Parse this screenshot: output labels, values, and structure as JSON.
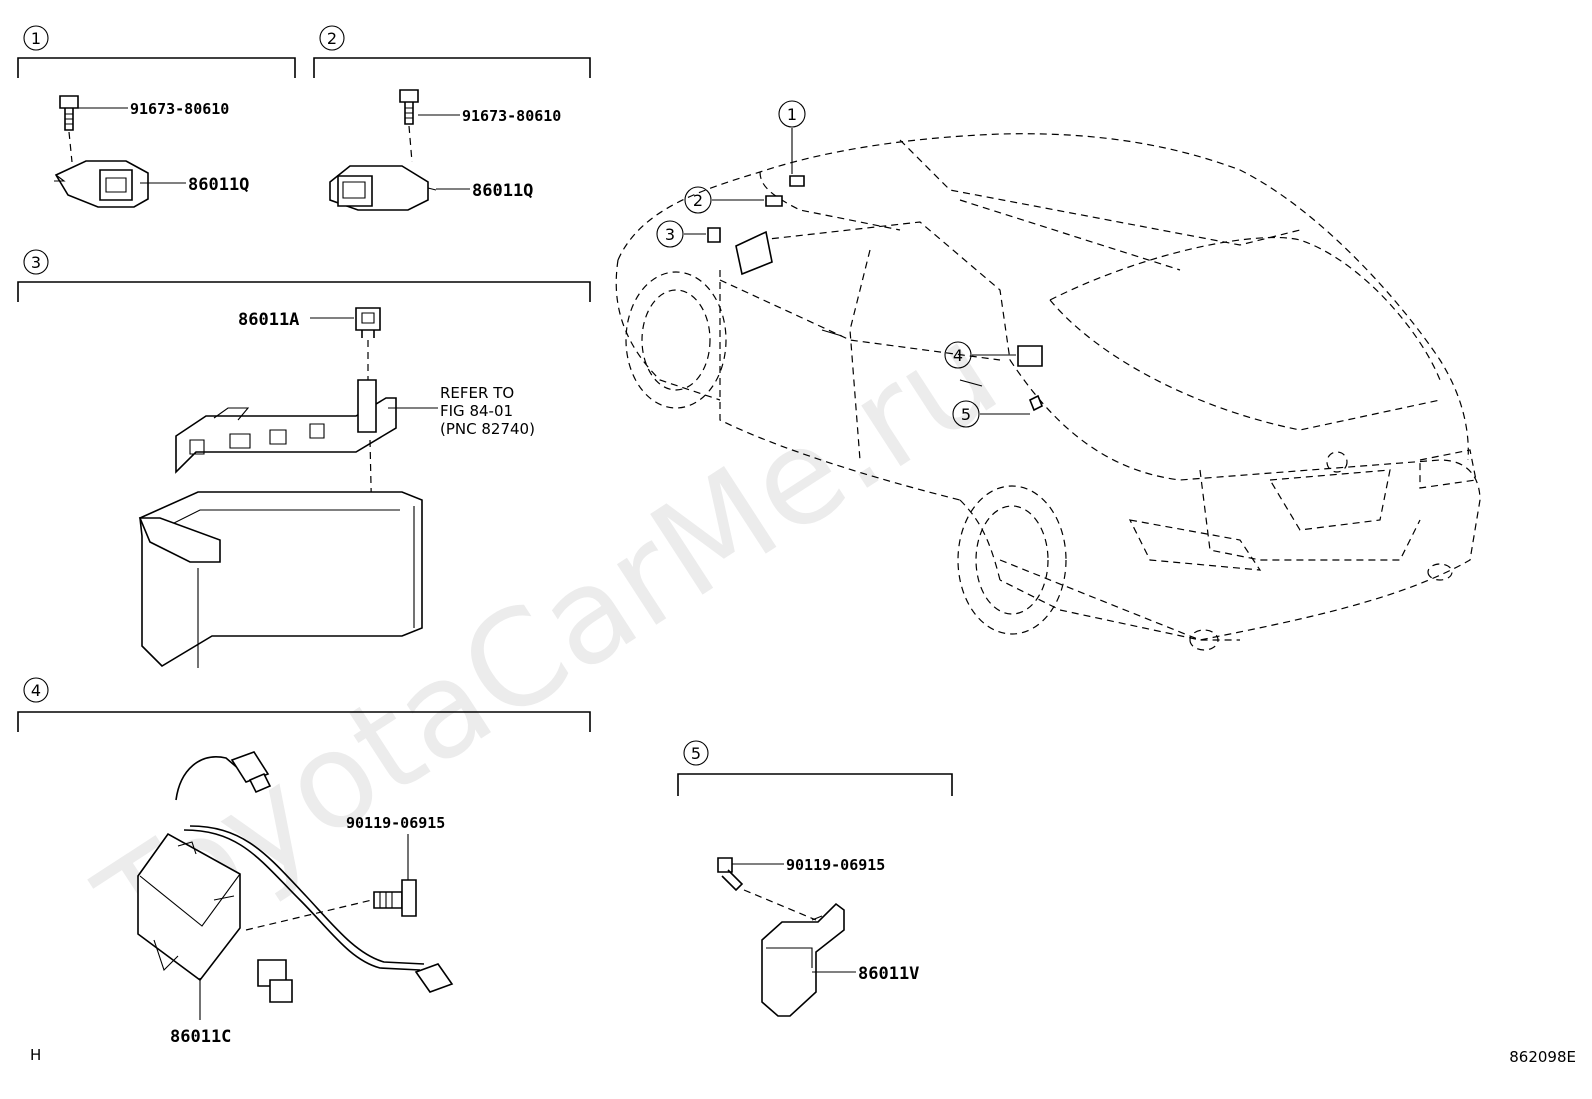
{
  "watermark": "ToyotaCarMe.ru",
  "callouts": [
    "1",
    "2",
    "3",
    "4",
    "5"
  ],
  "groups": {
    "g1": {
      "number": "1",
      "bolt_part": "91673-80610",
      "part": "86011Q"
    },
    "g2": {
      "number": "2",
      "bolt_part": "91673-80610",
      "part": "86011Q"
    },
    "g3": {
      "number": "3",
      "part": "86011A",
      "refer_line1": "REFER TO",
      "refer_line2": "FIG 84-01",
      "refer_line3": "(PNC 82740)"
    },
    "g4": {
      "number": "4",
      "bolt_part": "90119-06915",
      "part": "86011C"
    },
    "g5": {
      "number": "5",
      "bolt_part": "90119-06915",
      "part": "86011V"
    }
  },
  "footer": {
    "left_code": "H",
    "figure_code": "862098E"
  }
}
